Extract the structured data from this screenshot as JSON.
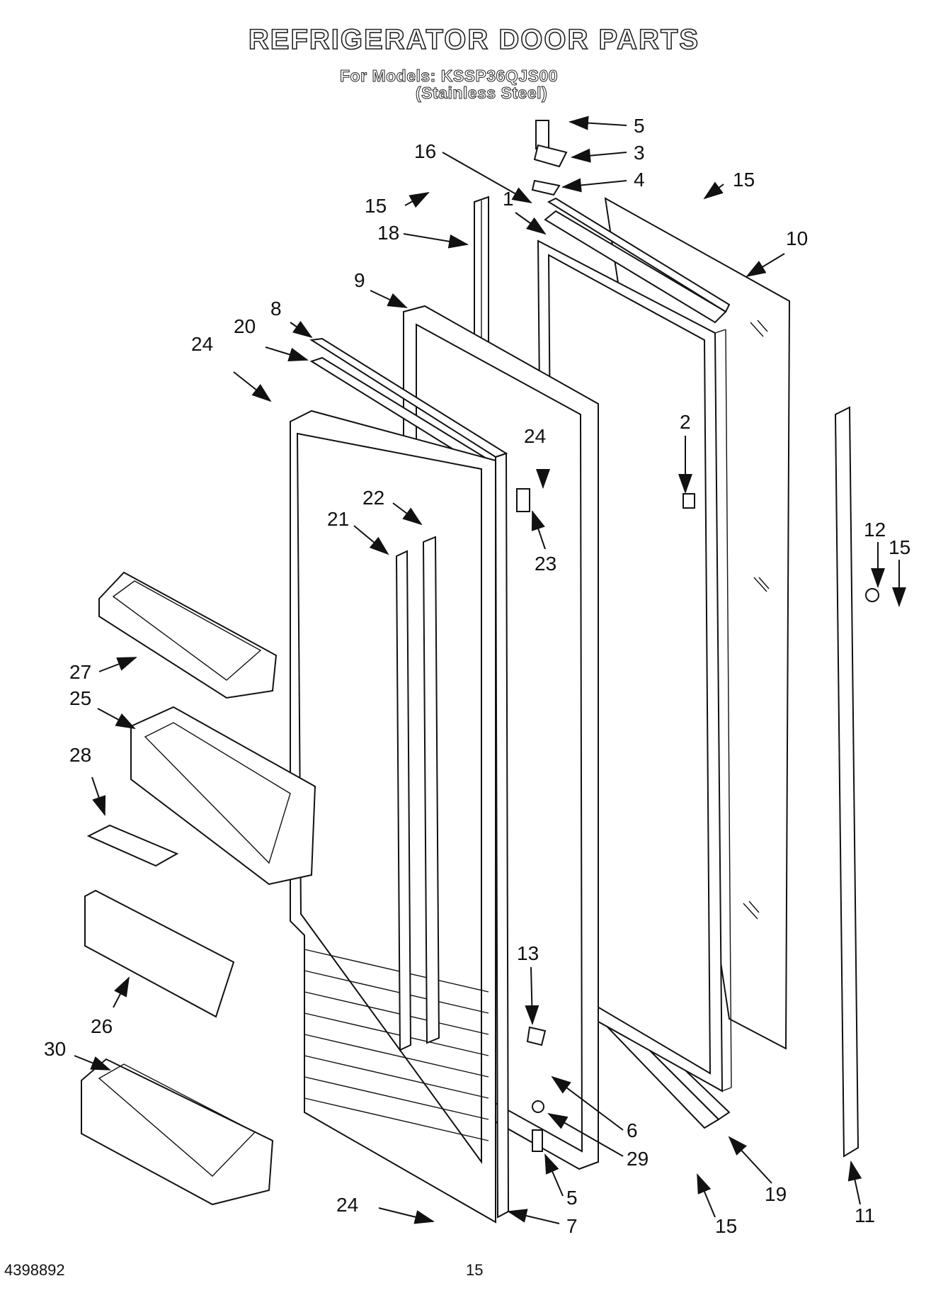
{
  "header": {
    "title": "REFRIGERATOR DOOR PARTS",
    "models": "For Models: KSSP36QJS00",
    "finish": "(Stainless Steel)"
  },
  "footer": {
    "doc_number": "4398892",
    "page_number": "15"
  },
  "callouts": [
    {
      "id": "c5a",
      "label": "5"
    },
    {
      "id": "c3",
      "label": "3"
    },
    {
      "id": "c4",
      "label": "4"
    },
    {
      "id": "c16",
      "label": "16"
    },
    {
      "id": "c15a",
      "label": "15"
    },
    {
      "id": "c15b",
      "label": "15"
    },
    {
      "id": "c18",
      "label": "18"
    },
    {
      "id": "c1",
      "label": "1"
    },
    {
      "id": "c10",
      "label": "10"
    },
    {
      "id": "c9",
      "label": "9"
    },
    {
      "id": "c8",
      "label": "8"
    },
    {
      "id": "c20",
      "label": "20"
    },
    {
      "id": "c24a",
      "label": "24"
    },
    {
      "id": "c24b",
      "label": "24"
    },
    {
      "id": "c2",
      "label": "2"
    },
    {
      "id": "c22",
      "label": "22"
    },
    {
      "id": "c21",
      "label": "21"
    },
    {
      "id": "c23",
      "label": "23"
    },
    {
      "id": "c12",
      "label": "12"
    },
    {
      "id": "c15c",
      "label": "15"
    },
    {
      "id": "c27",
      "label": "27"
    },
    {
      "id": "c25",
      "label": "25"
    },
    {
      "id": "c28",
      "label": "28"
    },
    {
      "id": "c13",
      "label": "13"
    },
    {
      "id": "c26",
      "label": "26"
    },
    {
      "id": "c30",
      "label": "30"
    },
    {
      "id": "c6",
      "label": "6"
    },
    {
      "id": "c29",
      "label": "29"
    },
    {
      "id": "c5b",
      "label": "5"
    },
    {
      "id": "c19",
      "label": "19"
    },
    {
      "id": "c15d",
      "label": "15"
    },
    {
      "id": "c11",
      "label": "11"
    },
    {
      "id": "c24c",
      "label": "24"
    },
    {
      "id": "c7",
      "label": "7"
    }
  ]
}
